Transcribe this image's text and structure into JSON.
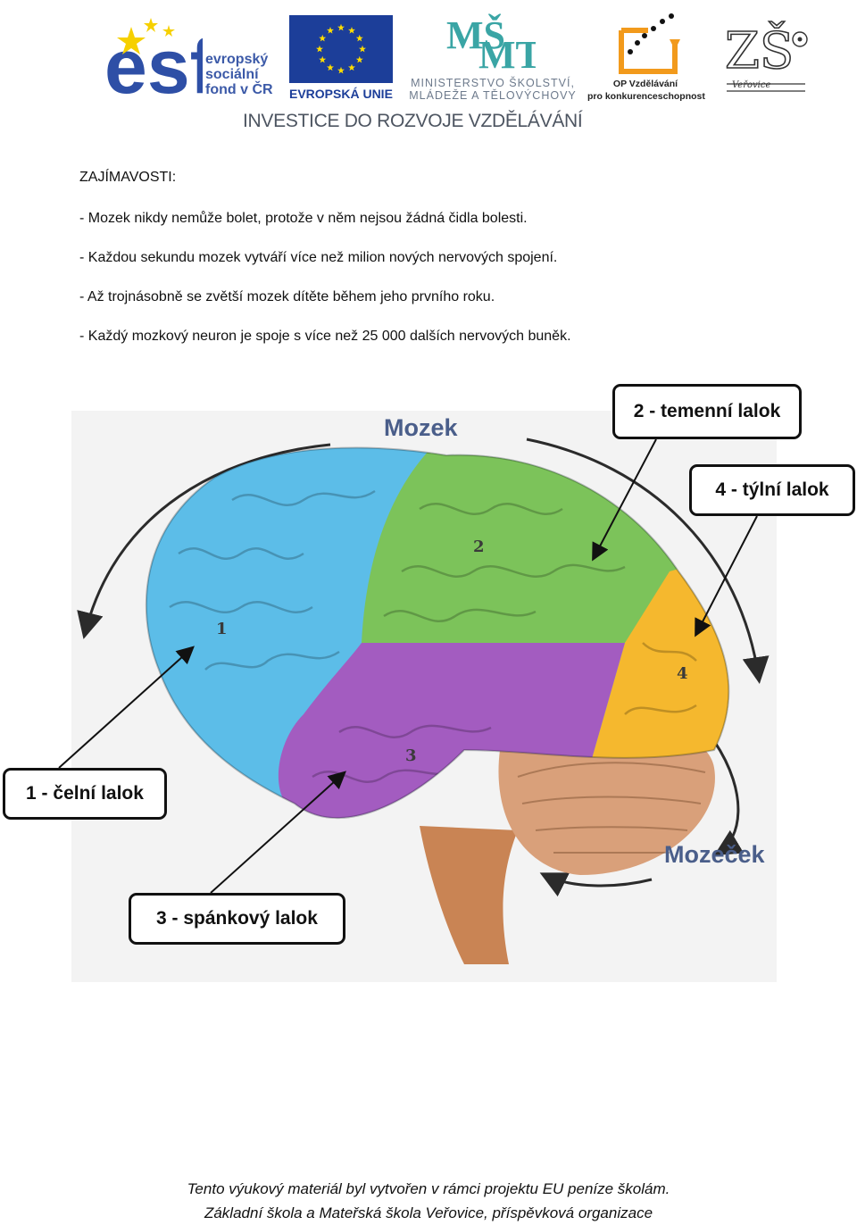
{
  "header": {
    "esf": {
      "lines": [
        "evropský",
        "sociální",
        "fond v ČR"
      ]
    },
    "eu": {
      "label": "EVROPSKÁ UNIE"
    },
    "msmt": {
      "line1": "MINISTERSTVO ŠKOLSTVÍ,",
      "line2": "MLÁDEŽE A TĚLOVÝCHOVY"
    },
    "op": {
      "line1": "OP Vzdělávání",
      "line2": "pro konkurenceschopnost"
    },
    "zs": {
      "label": "Veřovice"
    },
    "investice": "INVESTICE DO ROZVOJE VZDĚLÁVÁNÍ"
  },
  "facts": {
    "heading": "ZAJÍMAVOSTI:",
    "items": [
      "- Mozek nikdy nemůže bolet, protože v něm nejsou žádná čidla bolesti.",
      "- Každou sekundu mozek vytváří více než milion nových nervových spojení.",
      "- Až trojnásobně se zvětší mozek dítěte během jeho prvního roku.",
      "- Každý mozkový neuron je spoje s více než 25 000 dalších nervových buněk."
    ]
  },
  "diagram": {
    "title_mozek": "Mozek",
    "title_mozecek": "Mozeček",
    "lobe_numbers": [
      "1",
      "2",
      "3",
      "4"
    ],
    "callouts": {
      "temenni": "2 - temenní lalok",
      "tylni": "4 - týlní lalok",
      "celni": "1 - čelní lalok",
      "spankovy": "3 - spánkový lalok"
    },
    "colors": {
      "frontal": "#5cbde8",
      "parietal": "#7cc35a",
      "temporal": "#a35cc0",
      "occipital": "#f5b82e",
      "cerebellum": "#d9a07a",
      "stem": "#c98454",
      "title": "#4a5e8a"
    }
  },
  "footer": {
    "line1": "Tento výukový materiál byl vytvořen v rámci projektu EU peníze školám.",
    "line2": "Základní škola a Mateřská škola Veřovice, příspěvková organizace"
  }
}
